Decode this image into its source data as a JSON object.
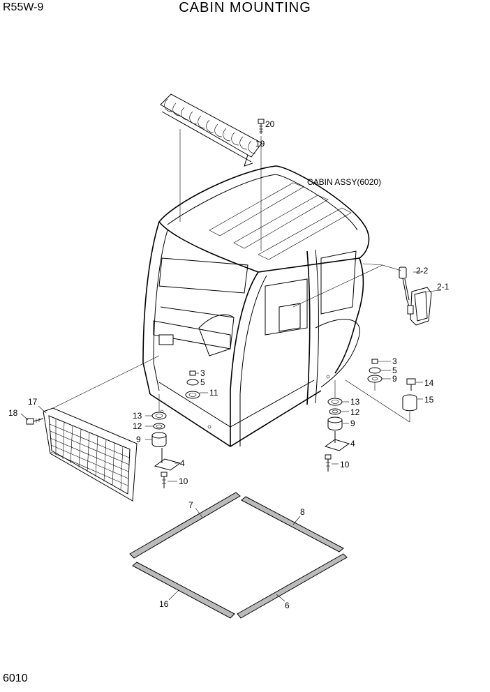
{
  "header": {
    "model": "R55W-9",
    "title": "CABIN MOUNTING"
  },
  "footer": {
    "page_number": "6010"
  },
  "assembly_label": "CABIN ASSY(6020)",
  "callouts": {
    "c20": "20",
    "c19": "19",
    "c2_2": "2-2",
    "c2_1": "2-1",
    "r3": "3",
    "r5": "5",
    "r9": "9",
    "r14": "14",
    "r15": "15",
    "r13": "13",
    "r12": "12",
    "r9b": "9",
    "r4": "4",
    "r10": "10",
    "l3": "3",
    "l5": "5",
    "l11": "11",
    "l13": "13",
    "l12": "12",
    "l9": "9",
    "l4": "4",
    "l10": "10",
    "c17": "17",
    "c18": "18",
    "c7": "7",
    "c8": "8",
    "c16": "16",
    "c6": "6"
  }
}
